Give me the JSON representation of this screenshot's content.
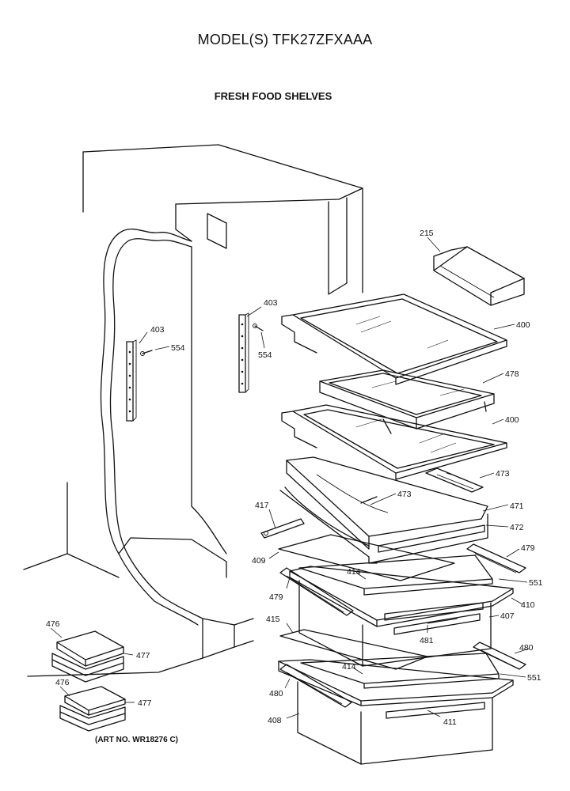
{
  "title": "MODEL(S) TFK27ZFXAAA",
  "subtitle": "FRESH FOOD SHELVES",
  "art_number": "(ART NO. WR18276 C)",
  "parts": {
    "p215": "215",
    "p400a": "400",
    "p400b": "400",
    "p403a": "403",
    "p403b": "403",
    "p554a": "554",
    "p554b": "554",
    "p478": "478",
    "p473a": "473",
    "p473b": "473",
    "p471": "471",
    "p472": "472",
    "p417": "417",
    "p409": "409",
    "p479a": "479",
    "p479b": "479",
    "p414a": "414",
    "p414b": "414",
    "p551a": "551",
    "p551b": "551",
    "p410": "410",
    "p407": "407",
    "p481": "481",
    "p415": "415",
    "p480a": "480",
    "p480b": "480",
    "p408": "408",
    "p411": "411",
    "p476a": "476",
    "p476b": "476",
    "p477a": "477",
    "p477b": "477"
  }
}
